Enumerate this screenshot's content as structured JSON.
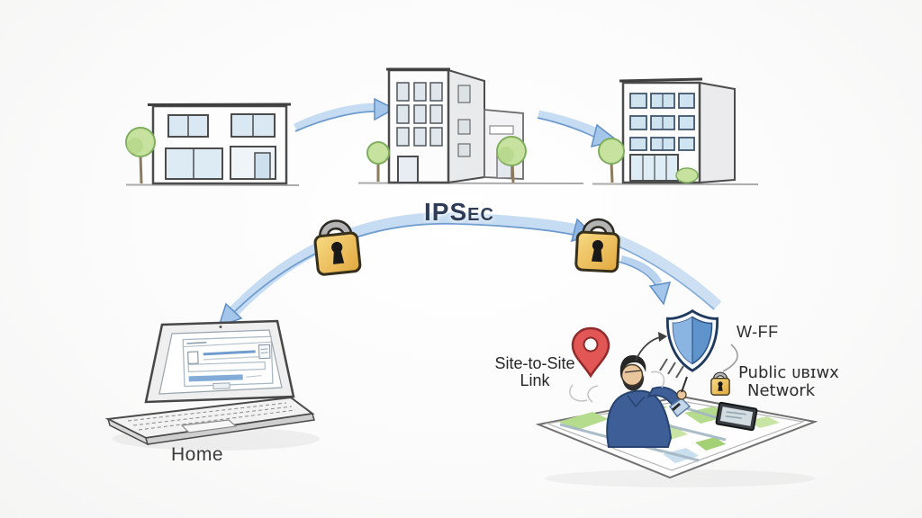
{
  "scene": {
    "description": "Hand-drawn sketch of an IPSec site-to-site VPN: three buildings linked by arrows, an encrypted tunnel arc with padlocks from a home laptop to a protected site with shield and map",
    "background": "#fbfbfb"
  },
  "labels": {
    "ipsec": "IPSec",
    "home": "Home",
    "site_to_site": {
      "line1": "Site-to-Site",
      "line2": "Link"
    },
    "wifi": "W-FF",
    "public_network": {
      "line1": "Public ᴜʙɪᴡx",
      "line2": "Network"
    }
  },
  "icons": {
    "padlocks": [
      "padlock-icon-left",
      "padlock-icon-right",
      "small-padlock-icon"
    ],
    "shield": "shield-icon",
    "location_pin": "location-pin-icon",
    "trees": "tree-icon",
    "laptop": "laptop-illustration",
    "person": "person-figure",
    "map": "map-illustration"
  },
  "colors": {
    "arrow_fill": "#c6dcf2",
    "arrow_edge": "#6f9cce",
    "arrow_head": "#8fb6e4",
    "lock_gold": "#eec25c",
    "shield_blue": "#5e93cc",
    "shield_light": "#8ab4e2",
    "pin_red": "#e25656",
    "text_navy": "#2e3c58",
    "tree_green": "#c7e29e",
    "map_green": "#b5db8c",
    "outline_gray": "#4c4c4c"
  }
}
